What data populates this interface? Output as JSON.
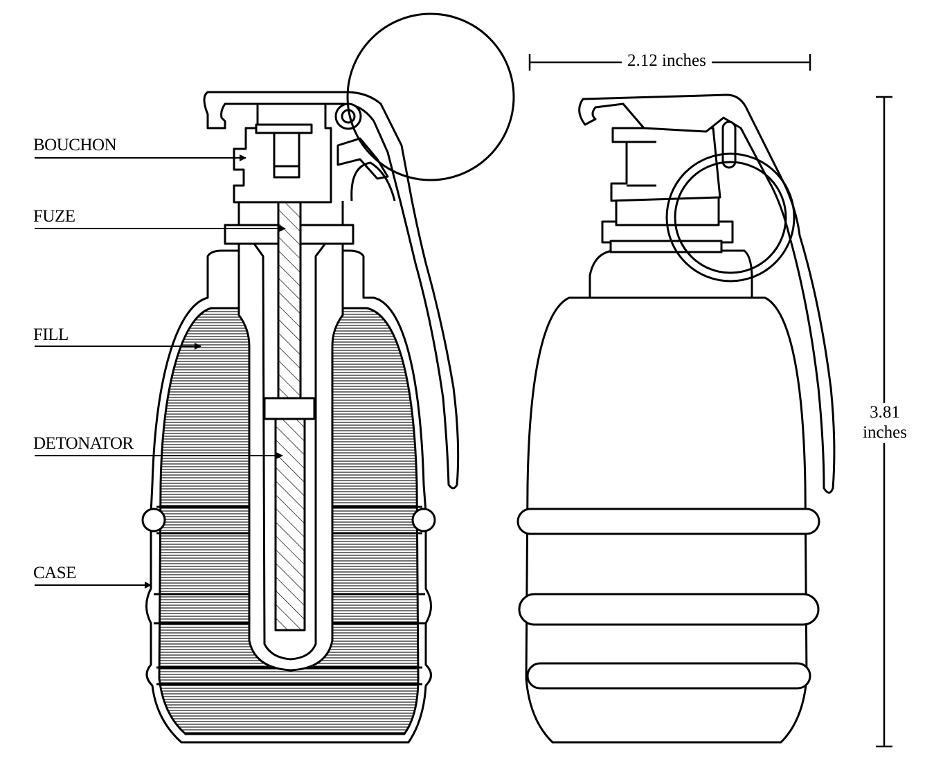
{
  "labels": {
    "bouchon": "BOUCHON",
    "fuze": "FUZE",
    "fill": "FILL",
    "detonator": "DETONATOR",
    "case": "CASE"
  },
  "dimensions": {
    "width_value": "2.12 inches",
    "height_value": "3.81",
    "height_unit": "inches"
  },
  "colors": {
    "stroke": "#000000",
    "background": "#ffffff"
  }
}
